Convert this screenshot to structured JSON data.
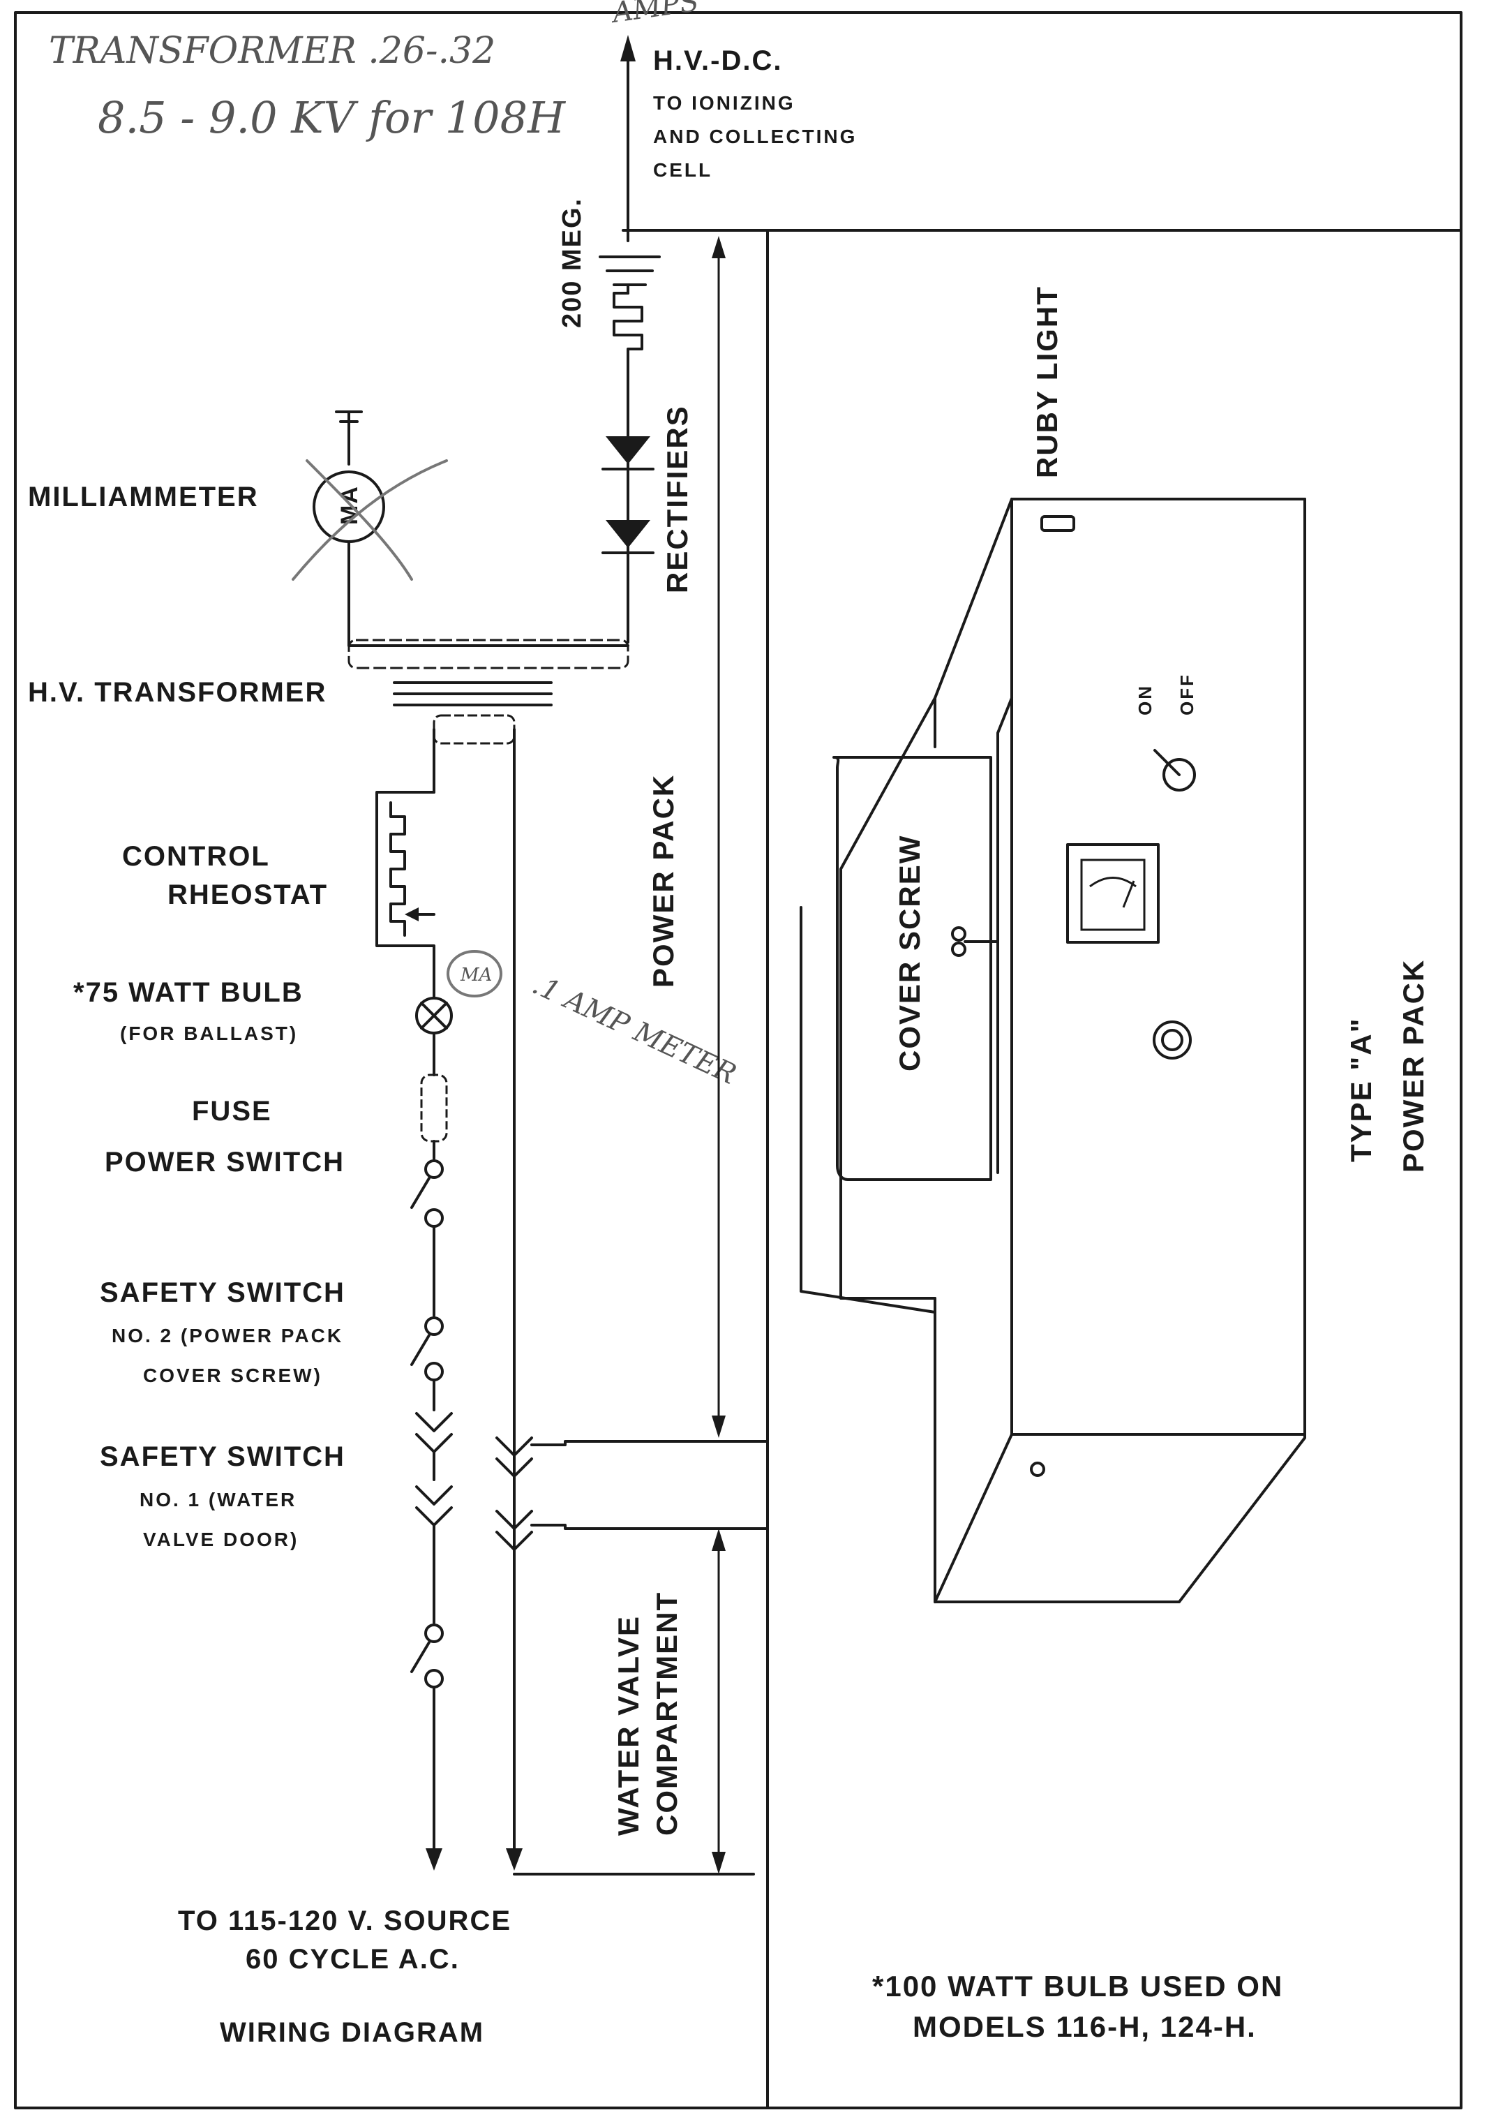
{
  "handwritten_notes": {
    "line1": "TRANSFORMER .26-.32",
    "line2": "8.5 - 9.0 KV for 108H",
    "top_note": "AMPS",
    "ma_note": ".1 AMP METER",
    "ma_circle": "MA"
  },
  "hv_dc": {
    "title": "H.V.-D.C.",
    "line1": "TO IONIZING",
    "line2": "AND COLLECTING",
    "line3": "CELL"
  },
  "labels": {
    "resistor": "200 MEG.",
    "rectifiers": "RECTIFIERS",
    "milliammeter": "MILLIAMMETER",
    "meter_symbol": "MA",
    "transformer": "H.V. TRANSFORMER",
    "rheostat_1": "CONTROL",
    "rheostat_2": "RHEOSTAT",
    "bulb": "*75 WATT BULB",
    "bulb_note": "(FOR BALLAST)",
    "fuse": "FUSE",
    "power_switch": "POWER SWITCH",
    "safety2_title": "SAFETY SWITCH",
    "safety2_line1": "NO. 2 (POWER PACK",
    "safety2_line2": "COVER SCREW)",
    "safety1_title": "SAFETY SWITCH",
    "safety1_line1": "NO. 1 (WATER",
    "safety1_line2": "VALVE DOOR)",
    "source_line1": "TO 115-120 V. SOURCE",
    "source_line2": "60 CYCLE A.C.",
    "diagram_title": "WIRING DIAGRAM",
    "power_pack": "POWER PACK",
    "water_valve_1": "WATER VALVE",
    "water_valve_2": "COMPARTMENT"
  },
  "box": {
    "ruby_light": "RUBY LIGHT",
    "on": "ON",
    "off": "OFF",
    "cover_screw": "COVER SCREW",
    "type_line1": "TYPE \"A\"",
    "type_line2": "POWER PACK",
    "footnote_line1": "*100 WATT BULB USED ON",
    "footnote_line2": "MODELS 116-H, 124-H."
  }
}
